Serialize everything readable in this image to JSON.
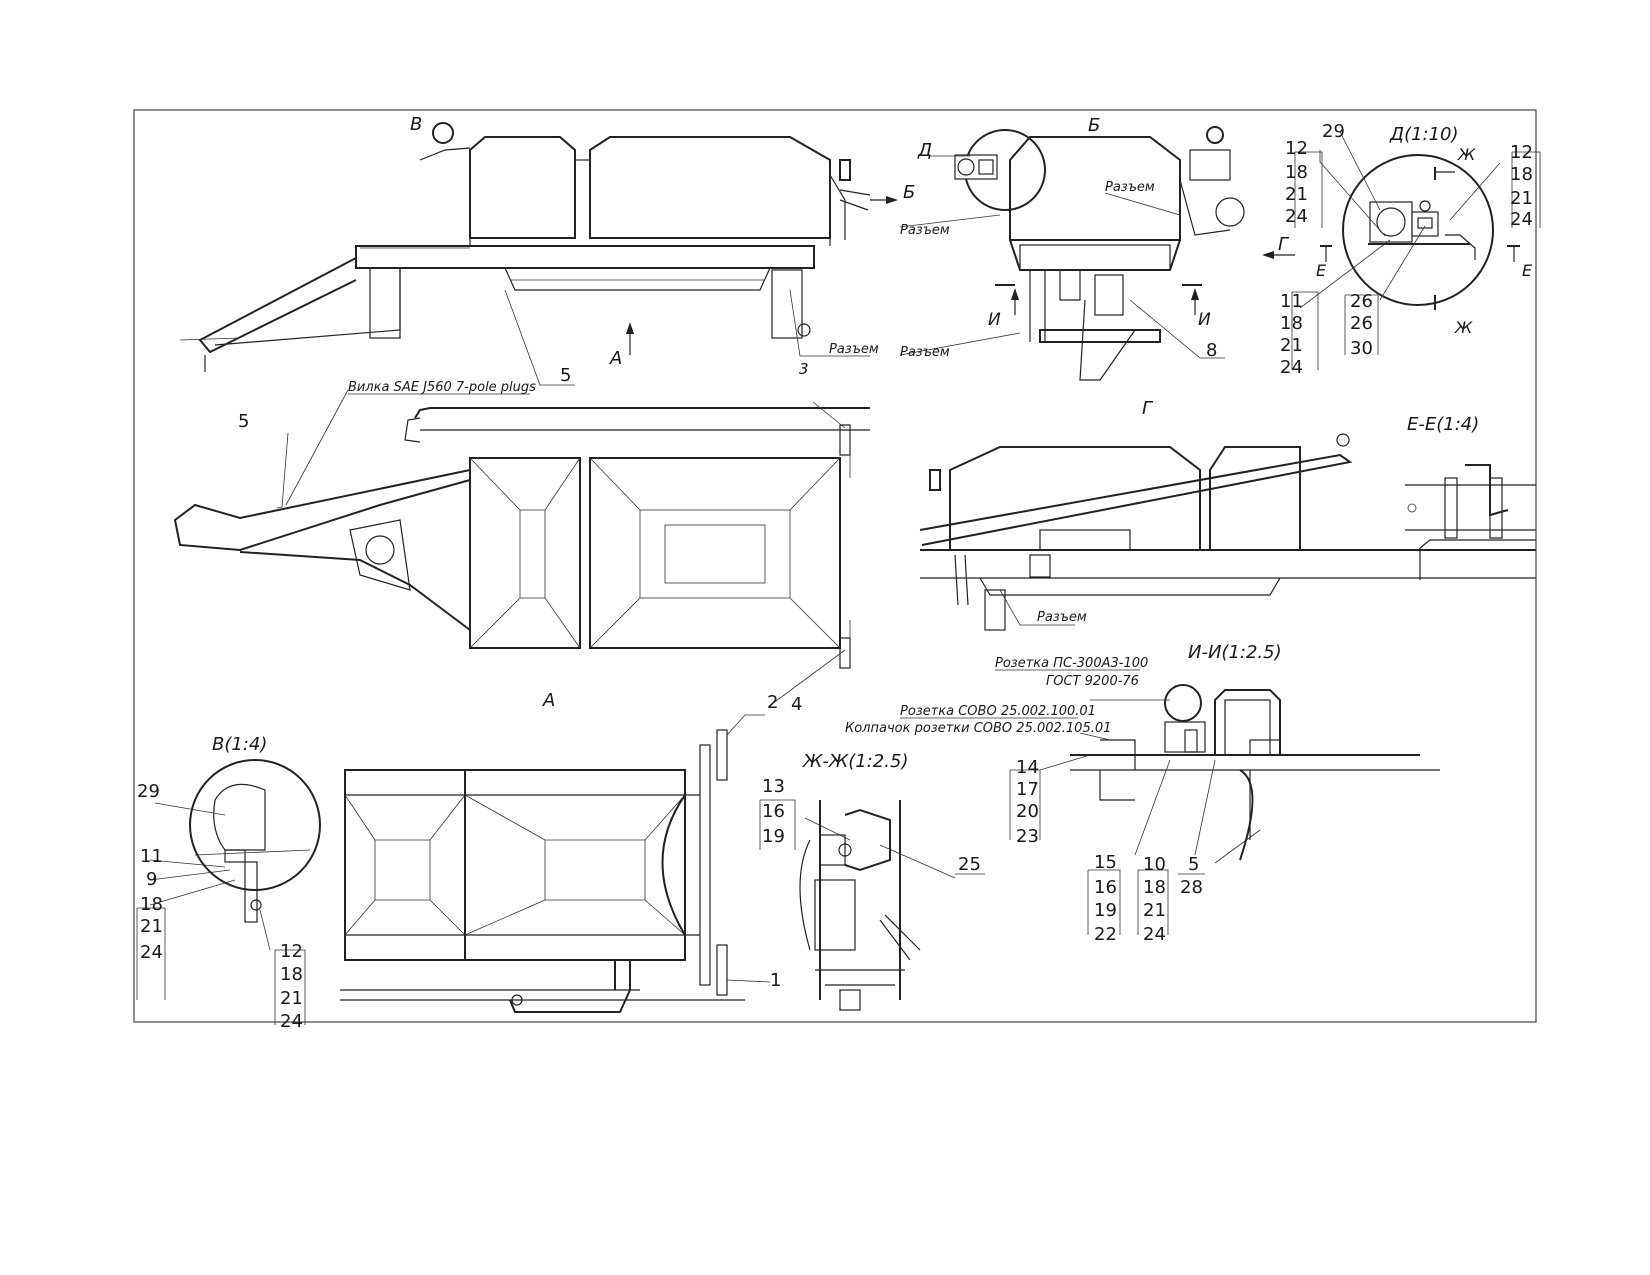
{
  "view_labels": {
    "B_cyr": "В",
    "A_arrow": "А",
    "A_view": "А",
    "G_view": "Г",
    "G_arrow": "Г",
    "B_view": "Б",
    "B_arrow": "Б",
    "D_label": "Д",
    "D_scale": "Д(1:10)",
    "EE": "Е-Е(1:4)",
    "E_left": "Е",
    "E_right": "Е",
    "I_left": "И",
    "I_right": "И",
    "II": "И-И(1:2.5)",
    "ZhZh": "Ж-Ж(1:2.5)",
    "Zh_top": "Ж",
    "Zh_bottom": "Ж",
    "V14": "В(1:4)"
  },
  "notes": {
    "plug": "Вилка SAE J560 7-pole plugs",
    "razem": "Разъем",
    "rozetka_ps": "Розетка ПС-300А3-100",
    "gost": "ГОСТ 9200-76",
    "rozetka_sovo": "Розетка СОВО 25.002.100.01",
    "kolpachok": "Колпачок розетки СОВО 25.002.105.01"
  },
  "callouts": {
    "c5_top": "5",
    "c3": "3",
    "c5_left": "5",
    "c2": "2",
    "c4": "4",
    "c1": "1",
    "c8": "8",
    "c29_v": "29",
    "c11_v": "11",
    "c9_v": "9",
    "c18_v": "18",
    "c21_v": "21",
    "c24_v": "24",
    "c12_v2": "12",
    "c18_v2": "18",
    "c21_v2": "21",
    "c24_v2": "24",
    "c13": "13",
    "c16": "16",
    "c19": "19",
    "c25": "25",
    "c29_d": "29",
    "c12_dl": "12",
    "c18_dl": "18",
    "c21_dl": "21",
    "c24_dl": "24",
    "c12_dr": "12",
    "c18_dr": "18",
    "c21_dr": "21",
    "c24_dr": "24",
    "c11_d": "11",
    "c18_d": "18",
    "c21_d": "21",
    "c24_d": "24",
    "c26a": "26",
    "c26b": "26",
    "c30": "30",
    "c14": "14",
    "c17": "17",
    "c20": "20",
    "c23": "23",
    "c15": "15",
    "c16b": "16",
    "c19b": "19",
    "c22": "22",
    "c10": "10",
    "c18b": "18",
    "c21b": "21",
    "c24b": "24",
    "c5b": "5",
    "c28": "28"
  }
}
